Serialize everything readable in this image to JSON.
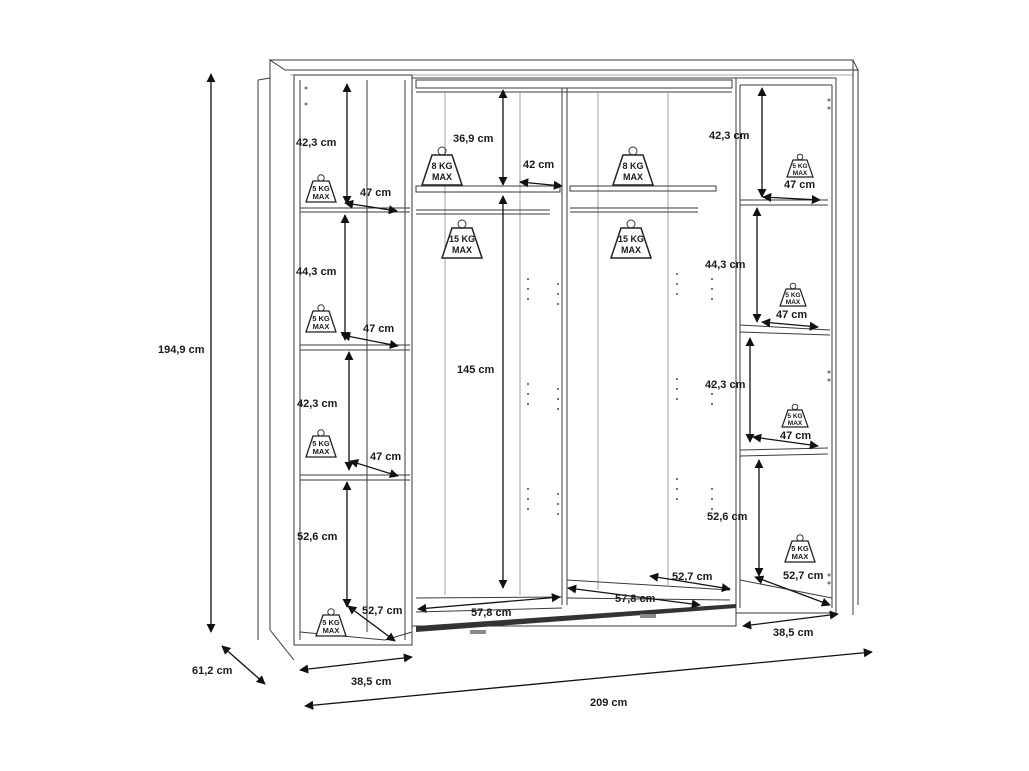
{
  "colors": {
    "outline": "#3a3a3a",
    "arrow": "#111111",
    "text": "#1a1a1a",
    "background": "#ffffff"
  },
  "icons": [
    "weight-icon"
  ],
  "overall": {
    "height": "194,9 cm",
    "depth": "61,2 cm",
    "width": "209 cm"
  },
  "left_column": {
    "heights": [
      "42,3 cm",
      "44,3 cm",
      "42,3 cm",
      "52,6 cm"
    ],
    "shelf_depths": [
      "47 cm",
      "47 cm",
      "47 cm",
      "52,7 cm"
    ],
    "width": "38,5 cm",
    "weight_label_top": "5 KG",
    "weight_label_bottom": "MAX"
  },
  "middle": {
    "shelf_height": "36,9 cm",
    "shelf_depth": "42 cm",
    "hanging_height": "145 cm",
    "bottom_left": "57,8 cm",
    "bottom_right": "57,8 cm",
    "bottom_depth": "52,7 cm",
    "shelf_weight_top": "8 KG",
    "shelf_weight_bottom": "MAX",
    "rail_weight_top": "15 KG",
    "rail_weight_bottom": "MAX"
  },
  "right_column": {
    "heights": [
      "42,3 cm",
      "44,3 cm",
      "42,3 cm",
      "52,6 cm"
    ],
    "shelf_depths": [
      "47 cm",
      "47 cm",
      "47 cm",
      "52,7 cm"
    ],
    "width": "38,5 cm",
    "weight_label_top": "5 KG",
    "weight_label_bottom": "MAX"
  }
}
